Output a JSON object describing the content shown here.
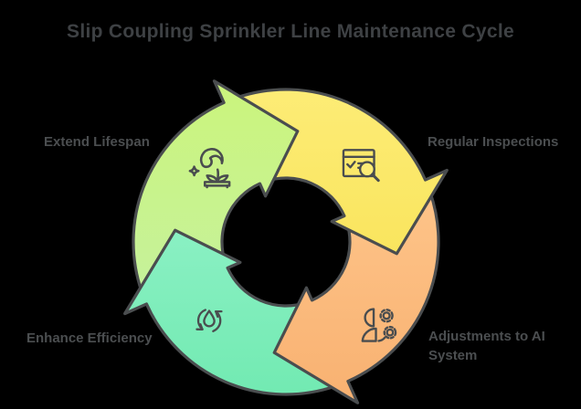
{
  "title": "Slip Coupling Sprinkler Line Maintenance Cycle",
  "colors": {
    "background": "#000000",
    "title_text": "#3e4144",
    "label_text": "#4b4e50",
    "outline": "#4a4d4f"
  },
  "diagram": {
    "type": "cycle",
    "direction": "clockwise",
    "steps": [
      {
        "label": "Extend Lifespan",
        "icon": "plant-growth-icon",
        "position": "top-left",
        "color": "#cbf47c",
        "color2": "#c6f29b"
      },
      {
        "label": "Regular Inspections",
        "icon": "inspection-magnifier-icon",
        "position": "top-right",
        "color": "#fdec76",
        "color2": "#f9e55e"
      },
      {
        "label": "Adjustments to AI System",
        "icon": "person-gears-icon",
        "position": "bottom-right",
        "color": "#fec489",
        "color2": "#f8b171"
      },
      {
        "label": "Enhance Efficiency",
        "icon": "water-drop-refresh-icon",
        "position": "bottom-left",
        "color": "#8af0c3",
        "color2": "#72eab2"
      }
    ]
  }
}
